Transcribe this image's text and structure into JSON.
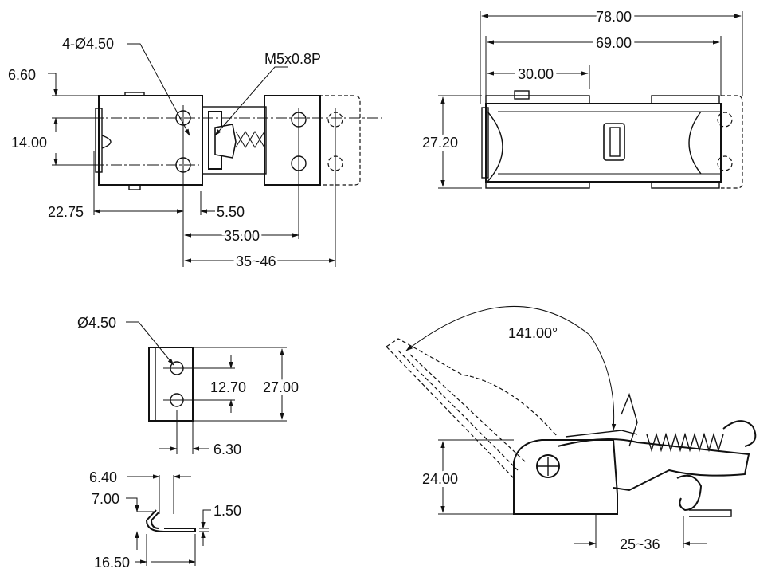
{
  "dimensions": {
    "top_left": {
      "holes": "4-Ø4.50",
      "thread": "M5x0.8P",
      "height_small": "6.60",
      "height_main": "14.00",
      "offset_left": "22.75",
      "gap": "5.50",
      "hole_span": "35.00",
      "range": "35~46"
    },
    "top_right": {
      "overall": "78.00",
      "mount": "69.00",
      "base": "30.00",
      "height": "27.20"
    },
    "mid_left": {
      "hole": "Ø4.50",
      "hole_spacing": "12.70",
      "height": "27.00",
      "width": "6.30"
    },
    "bottom_left": {
      "a": "6.40",
      "b": "7.00",
      "thickness": "1.50",
      "length": "16.50"
    },
    "side": {
      "angle": "141.00°",
      "height": "24.00",
      "range": "25~36"
    }
  }
}
